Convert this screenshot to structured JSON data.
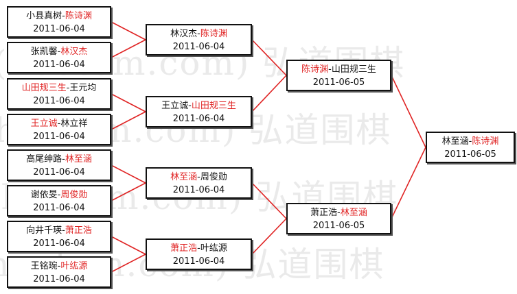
{
  "watermark": "(hootom.com) 弘道围棋",
  "colors": {
    "winner": "#e02424",
    "connector": "#e02424",
    "text": "#111111"
  },
  "rounds": [
    {
      "name": "round-1",
      "matches": [
        {
          "p1": "小县真树",
          "p2": "陈诗渊",
          "winner": 2,
          "date": "2011-06-04"
        },
        {
          "p1": "张凯馨",
          "p2": "林汉杰",
          "winner": 2,
          "date": "2011-06-04"
        },
        {
          "p1": "山田规三生",
          "p2": "王元均",
          "winner": 1,
          "date": "2011-06-04"
        },
        {
          "p1": "王立诚",
          "p2": "林立祥",
          "winner": 1,
          "date": "2011-06-04"
        },
        {
          "p1": "高尾绅路",
          "p2": "林至涵",
          "winner": 2,
          "date": "2011-06-04"
        },
        {
          "p1": "谢依旻",
          "p2": "周俊勋",
          "winner": 2,
          "date": "2011-06-04"
        },
        {
          "p1": "向井千瑛",
          "p2": "萧正浩",
          "winner": 2,
          "date": "2011-06-04"
        },
        {
          "p1": "王铭琬",
          "p2": "叶纮源",
          "winner": 2,
          "date": "2011-06-04"
        }
      ]
    },
    {
      "name": "round-2",
      "matches": [
        {
          "p1": "林汉杰",
          "p2": "陈诗渊",
          "winner": 2,
          "date": "2011-06-04"
        },
        {
          "p1": "王立诚",
          "p2": "山田规三生",
          "winner": 2,
          "date": "2011-06-04"
        },
        {
          "p1": "林至涵",
          "p2": "周俊勋",
          "winner": 1,
          "date": "2011-06-04"
        },
        {
          "p1": "萧正浩",
          "p2": "叶纮源",
          "winner": 1,
          "date": "2011-06-04"
        }
      ]
    },
    {
      "name": "round-3",
      "matches": [
        {
          "p1": "陈诗渊",
          "p2": "山田规三生",
          "winner": 1,
          "date": "2011-06-05"
        },
        {
          "p1": "萧正浩",
          "p2": "林至涵",
          "winner": 2,
          "date": "2011-06-05"
        }
      ]
    },
    {
      "name": "round-4",
      "matches": [
        {
          "p1": "林至涵",
          "p2": "陈诗渊",
          "winner": 2,
          "date": "2011-06-05"
        }
      ]
    }
  ]
}
